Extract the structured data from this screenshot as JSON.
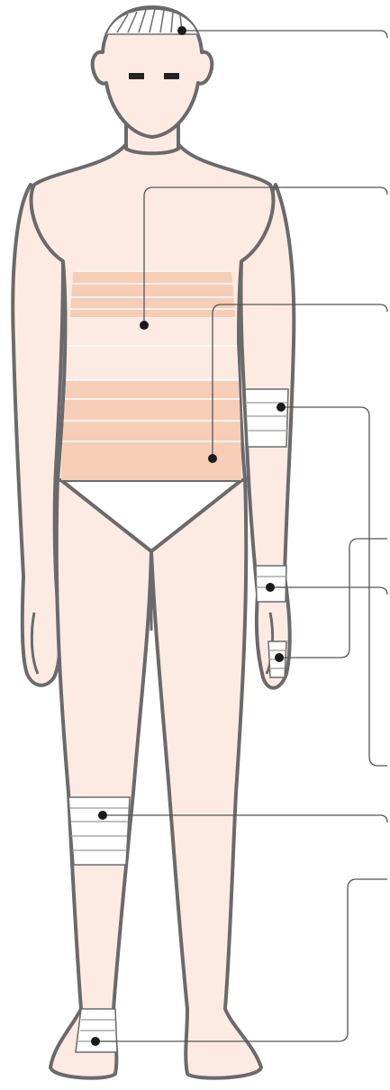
{
  "figure": {
    "subject": "human-body-front",
    "skin_color": "#fdebe3",
    "outline_color": "#6a6a6a",
    "bandage_color": "#f6cdb6",
    "bandage_line_color": "#ffffff",
    "leader_line_color": "#555555",
    "marker_color": "#1a1a1a"
  },
  "bandage_sites": [
    {
      "id": "head",
      "bandage": "head-bandage"
    },
    {
      "id": "upper-chest",
      "bandage": "chest-bandage"
    },
    {
      "id": "abdomen",
      "bandage": "abdomen-bandage"
    },
    {
      "id": "forearm",
      "bandage": "forearm-bandage"
    },
    {
      "id": "wrist",
      "bandage": "wrist-bandage"
    },
    {
      "id": "hand",
      "bandage": "hand-bandage"
    },
    {
      "id": "knee",
      "bandage": "knee-bandage"
    },
    {
      "id": "ankle",
      "bandage": "ankle-bandage"
    }
  ]
}
